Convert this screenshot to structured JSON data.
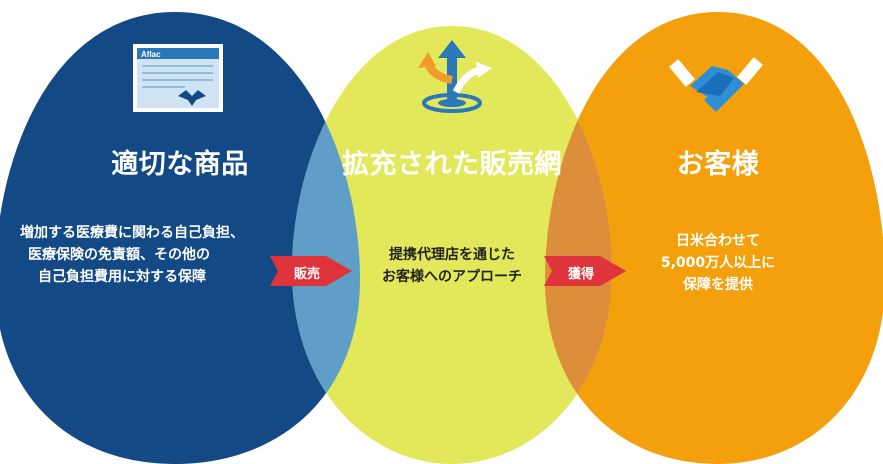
{
  "colors": {
    "left": "#134a86",
    "middle": "#e2e85a",
    "right": "#f3a00c",
    "overlap_left": "#5f9fc7",
    "overlap_right": "#dc8e3a",
    "arrow": "#e0343c"
  },
  "panels": [
    {
      "icon": "policy-document-icon",
      "icon_text": "Aflac",
      "title": "適切な商品",
      "lines": [
        "増加する医療費に関わる自己負担、",
        "医療保険の免責額、その他の",
        "自己負担費用に対する保障"
      ]
    },
    {
      "icon": "direction-arrows-icon",
      "title": "拡充された販売網",
      "lines": [
        "提携代理店を通じた",
        "お客様へのアプローチ"
      ]
    },
    {
      "icon": "handshake-icon",
      "title": "お客様",
      "lines": [
        "日米合わせて",
        "5,000万人以上に",
        "保障を提供"
      ]
    }
  ],
  "arrows": [
    {
      "label": "販売"
    },
    {
      "label": "獲得"
    }
  ]
}
